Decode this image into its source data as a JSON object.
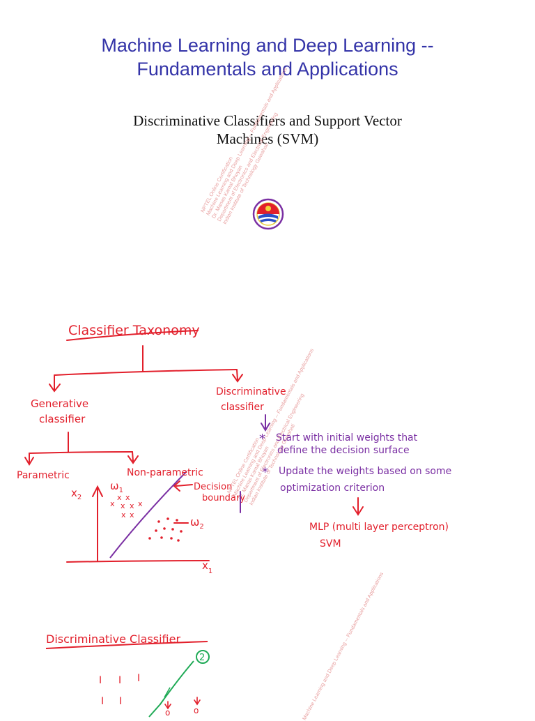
{
  "slide": {
    "title_line1": "Machine Learning and Deep Learning --",
    "title_line2": "Fundamentals and Applications",
    "subtitle_line1": "Discriminative Classifiers and Support Vector",
    "subtitle_line2": "Machines (SVM)"
  },
  "watermark": {
    "lines": [
      "NPTEL Online Certification",
      "Machine Learning and Deep Learning -- Fundamentals and Applications",
      "Dr. Manas Kamal Bhuyan",
      "Department of Electronics and Electrical Engineering",
      "Indian Institute of Technology Guwahati"
    ]
  },
  "notes": {
    "taxonomy": {
      "heading": "Classifier Taxonomy",
      "generative": [
        "Generative",
        "classifier"
      ],
      "discriminative": [
        "Discriminative",
        "classifier"
      ],
      "parametric": "Parametric",
      "non_parametric": "Non-parametric",
      "decision_boundary": [
        "Decision",
        "boundary"
      ],
      "w1": "ω",
      "w1_sub": "1",
      "w2": "ω",
      "w2_sub": "2",
      "x1": "x",
      "x1_sub": "1",
      "x2": "x",
      "x2_sub": "2",
      "cross_mark": "x"
    },
    "discriminative_notes": {
      "line1": "Start with initial weights that",
      "line2": "define the decision surface",
      "line3": "Update the weights based on some",
      "line4": "optimization criterion",
      "bullet": "*",
      "mlp": "MLP (multi layer perceptron)",
      "svm": "SVM"
    },
    "discriminative_classifier": {
      "heading": "Discriminative Classifier",
      "circled_label": "2",
      "tick_mark": "I",
      "circle_mark": "o"
    }
  },
  "colors": {
    "title_blue": "#3434a8",
    "red_ink": "#e21f2b",
    "purple_ink": "#7a2fa3",
    "green_ink": "#1faa56",
    "watermark": "#e8a0a0"
  }
}
